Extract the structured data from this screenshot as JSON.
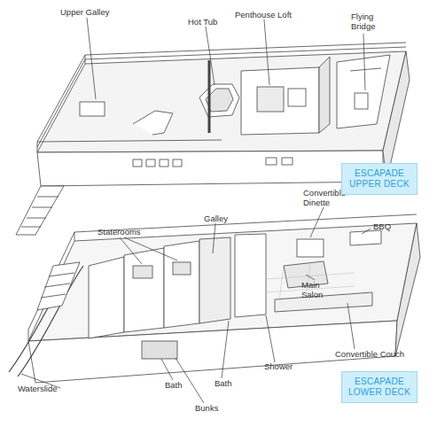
{
  "diagram": {
    "nodes": [
      {
        "text": [
          "ESCAPADE UPPER DECK"
        ]
      },
      {
        "text": [
          "ESCAPADE LOWER DECK"
        ]
      }
    ],
    "labels": [
      "Upper Galley",
      "Hot Tub",
      "Penthouse Loft",
      "Flying Bridge",
      "Staterooms",
      "Galley",
      "Convertible Dinette",
      "BBQ",
      "Main Salon",
      "Convertible Couch",
      "Shower",
      "Bath",
      "Bath",
      "Bunks",
      "Waterslide"
    ]
  }
}
